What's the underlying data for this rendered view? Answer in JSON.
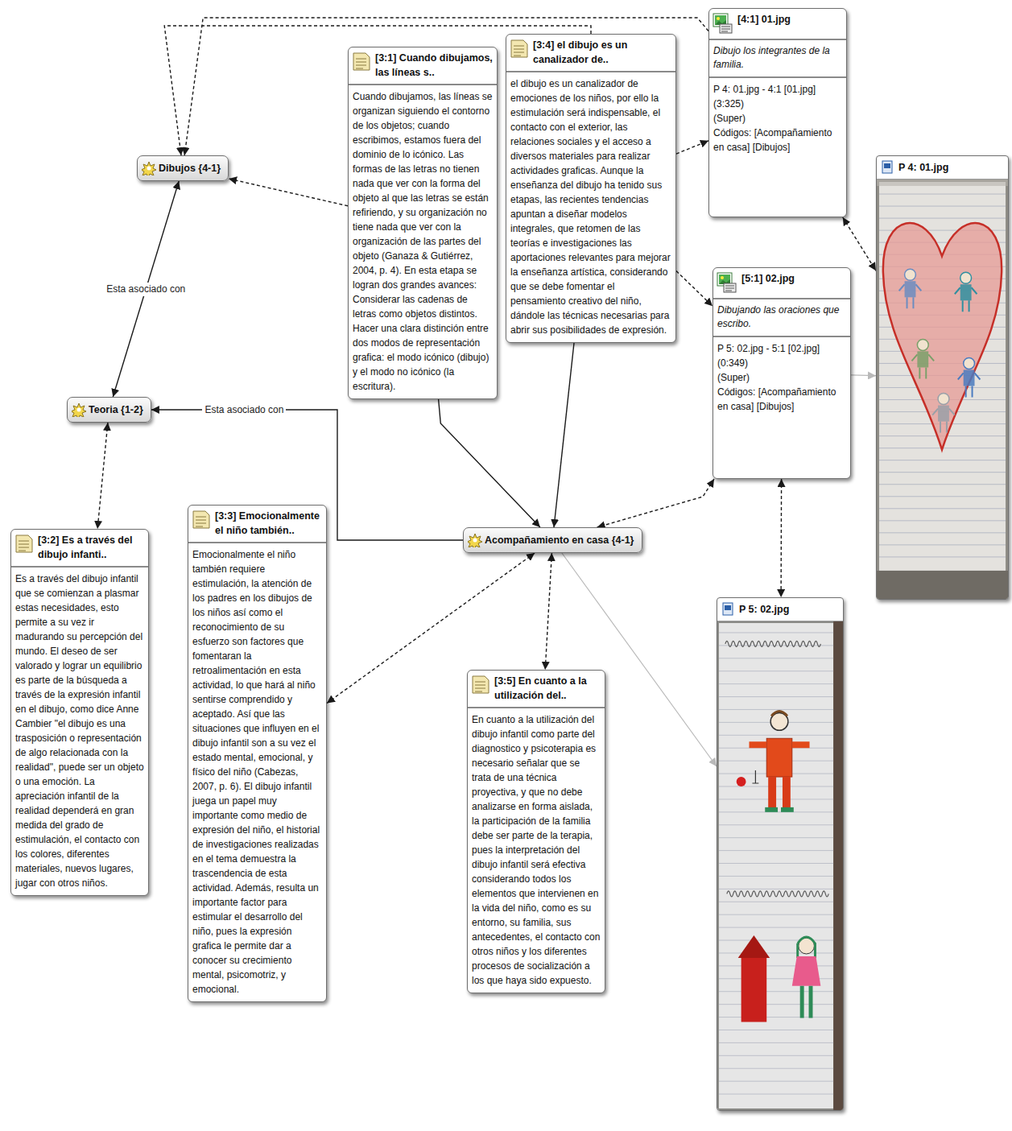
{
  "diagram": {
    "nodes": [
      {
        "text": [
          "Dibujos {4-1}"
        ]
      },
      {
        "text": [
          "Teoria {1-2}"
        ]
      },
      {
        "text": [
          "Acompañamiento en casa {4-1}"
        ]
      },
      {
        "text": [
          "[3:1] Cuando dibujamos, las líneas s..",
          "Cuando dibujamos, las líneas se organizan siguiendo el contorno de los objetos; cuando escribimos, estamos fuera del dominio de lo icónico. Las formas de las letras no tienen nada que ver con la forma del objeto al que las letras se están refiriendo, y su organización no tiene nada que ver con la organización de las partes del objeto (Ganaza & Gutiérrez, 2004, p. 4). En esta etapa se logran dos grandes avances: Considerar las cadenas de letras como objetos distintos. Hacer una clara distinción entre dos modos de representación grafica: el modo icónico (dibujo) y el modo no icónico (la escritura)."
        ]
      },
      {
        "text": [
          "[3:4] el dibujo es un canalizador de..",
          "el dibujo es un canalizador de emociones de los niños, por ello la estimulación será indispensable, el contacto con el exterior, las relaciones sociales y el acceso a diversos materiales para realizar actividades graficas. Aunque la enseñanza del dibujo ha tenido sus etapas, las recientes tendencias apuntan a diseñar modelos integrales, que retomen de las teorías e investigaciones las aportaciones relevantes para mejorar la enseñanza artística, considerando que se debe fomentar el pensamiento creativo del niño, dándole las técnicas necesarias para abrir sus posibilidades de expresión."
        ]
      },
      {
        "text": [
          "[4:1] 01.jpg",
          "Dibujo los integrantes de la familia.",
          "P 4: 01.jpg - 4:1 [01.jpg] (3:325)",
          "(Super)",
          "Códigos: [Acompañamiento en casa] [Dibujos]"
        ]
      },
      {
        "text": [
          "[5:1] 02.jpg",
          "Dibujando las oraciones que escribo.",
          "P 5: 02.jpg - 5:1 [02.jpg] (0:349)",
          "(Super)",
          "Códigos: [Acompañamiento en casa] [Dibujos]"
        ]
      },
      {
        "text": [
          "P 4: 01.jpg"
        ]
      },
      {
        "text": [
          "P 5: 02.jpg"
        ]
      },
      {
        "text": [
          "[3:2] Es a través del dibujo infanti..",
          "Es a través del dibujo infantil que se comienzan a plasmar estas necesidades, esto permite a su vez ir madurando su percepción del mundo. El deseo de ser valorado y lograr un equilibrio es parte de la búsqueda a través de la expresión infantil en el dibujo, como dice Anne Cambier \"el dibujo es una trasposición o representación de algo relacionada con la realidad\", puede ser un objeto o una emoción. La apreciación infantil de la realidad dependerá en gran medida del grado de estimulación, el contacto con los colores, diferentes materiales, nuevos lugares, jugar con otros niños."
        ]
      },
      {
        "text": [
          "[3:3] Emocionalmente el niño también..",
          "Emocionalmente el niño también requiere estimulación, la atención de los padres en los dibujos de los niños así como el reconocimiento de su esfuerzo son factores que fomentaran la retroalimentación en esta actividad, lo que hará al niño sentirse comprendido y aceptado. Así que las situaciones que influyen en el dibujo infantil son a su vez el estado mental, emocional, y físico del niño (Cabezas, 2007, p. 6). El dibujo infantil juega un papel muy importante como medio de expresión del niño, el historial de investigaciones realizadas en el tema demuestra la trascendencia de esta actividad. Además, resulta un importante factor para estimular el desarrollo del niño, pues la expresión grafica le permite dar a conocer su crecimiento mental, psicomotriz, y emocional."
        ]
      },
      {
        "text": [
          "[3:5] En cuanto a la utilización del..",
          "En cuanto a la utilización del dibujo infantil como parte del diagnostico y psicoterapia es necesario señalar que se trata de una técnica proyectiva, y que no debe analizarse en forma aislada, la participación de la familia debe ser parte de la terapia, pues la interpretación del dibujo infantil será efectiva considerando todos los elementos que intervienen en la vida del niño, como es su entorno, su familia, sus antecedentes, el contacto con otros niños y los diferentes procesos de socialización a los que haya sido expuesto."
        ]
      }
    ],
    "edges": [
      {
        "from": 0,
        "to": 1,
        "arrow": "both",
        "label": "Esta asociado con"
      },
      {
        "from": 2,
        "to": 1,
        "arrow": "to",
        "label": "Esta asociado con"
      },
      {
        "from": 1,
        "to": 9,
        "arrow": "both"
      },
      {
        "from": 3,
        "to": 0,
        "arrow": "to"
      },
      {
        "from": 4,
        "to": 0,
        "arrow": "to"
      },
      {
        "from": 5,
        "to": 0,
        "arrow": "to"
      },
      {
        "from": 4,
        "to": 5,
        "arrow": "to"
      },
      {
        "from": 4,
        "to": 6,
        "arrow": "to"
      },
      {
        "from": 5,
        "to": 7,
        "arrow": "both"
      },
      {
        "from": 6,
        "to": 8,
        "arrow": "both"
      },
      {
        "from": 6,
        "to": 7,
        "arrow": "to"
      },
      {
        "from": 3,
        "to": 2,
        "arrow": "to"
      },
      {
        "from": 4,
        "to": 2,
        "arrow": "to"
      },
      {
        "from": 6,
        "to": 2,
        "arrow": "both"
      },
      {
        "from": 2,
        "to": 10,
        "arrow": "both"
      },
      {
        "from": 2,
        "to": 11,
        "arrow": "both"
      },
      {
        "from": 2,
        "to": 8,
        "arrow": "to"
      }
    ]
  }
}
